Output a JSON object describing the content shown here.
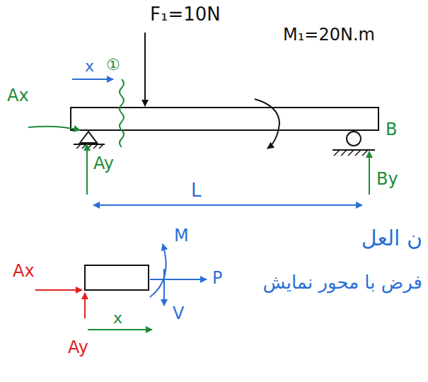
{
  "diagram": {
    "labels": [
      "F₁=10N",
      "M₁=20N.m",
      "①",
      "x",
      "Ax",
      "Ay",
      "B",
      "By",
      "L",
      "M",
      "P",
      "V",
      "Ax",
      "Ay",
      "x",
      "ن العل",
      "فرض با محور نمایش"
    ]
  }
}
